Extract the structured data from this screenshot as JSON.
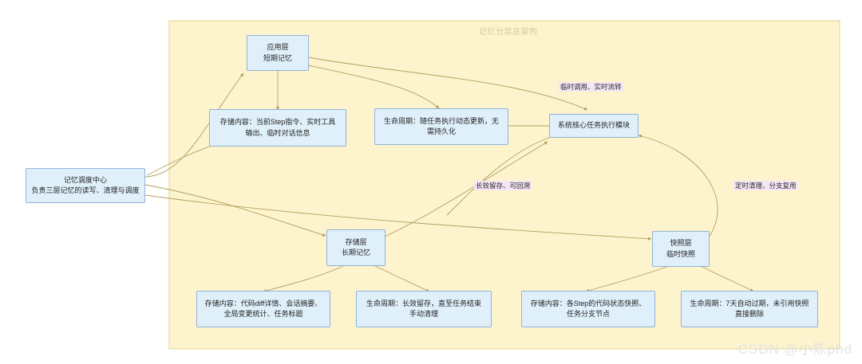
{
  "diagram": {
    "type": "flowchart",
    "title": "记忆分层总架构",
    "background": "#ffffff",
    "subgraph_fill": "#fdf3cd",
    "subgraph_stroke": "#e8d58a",
    "node_fill": "#e0f0fb",
    "node_stroke": "#8fb4d9",
    "edge_stroke": "#b3a05f",
    "label_fill": "#f5e6f5",
    "watermark": "CSDN @小陈phd"
  },
  "nodes": {
    "scheduler": {
      "line1": "记忆调度中心",
      "line2": "负责三层记忆的读写、清理与调度"
    },
    "app_layer": {
      "line1": "应用层",
      "line2": "短期记忆"
    },
    "app_content": {
      "line1": "存储内容：当前Step指令、实时工具",
      "line2": "输出、临时对话信息"
    },
    "app_lifecycle": {
      "line1": "生命周期：随任务执行动态更新，无",
      "line2": "需持久化"
    },
    "core_module": {
      "line1": "系统核心任务执行模块"
    },
    "storage_layer": {
      "line1": "存储层",
      "line2": "长期记忆"
    },
    "storage_content": {
      "line1": "存储内容：代码diff详情、会话摘要、",
      "line2": "全局变更统计、任务标题"
    },
    "storage_lifecycle": {
      "line1": "生命周期：长效留存，直至任务结束",
      "line2": "手动清理"
    },
    "snapshot_layer": {
      "line1": "快照层",
      "line2": "临时快照"
    },
    "snapshot_content": {
      "line1": "存储内容：各Step的代码状态快照、",
      "line2": "任务分支节点"
    },
    "snapshot_lifecycle": {
      "line1": "生命周期：7天自动过期，未引用快照",
      "line2": "直接删除"
    }
  },
  "edge_labels": {
    "temp_call": "临时调用、实时流转",
    "long_term": "长效留存、可回溯",
    "scheduled_clean": "定时清理、分支复用"
  }
}
